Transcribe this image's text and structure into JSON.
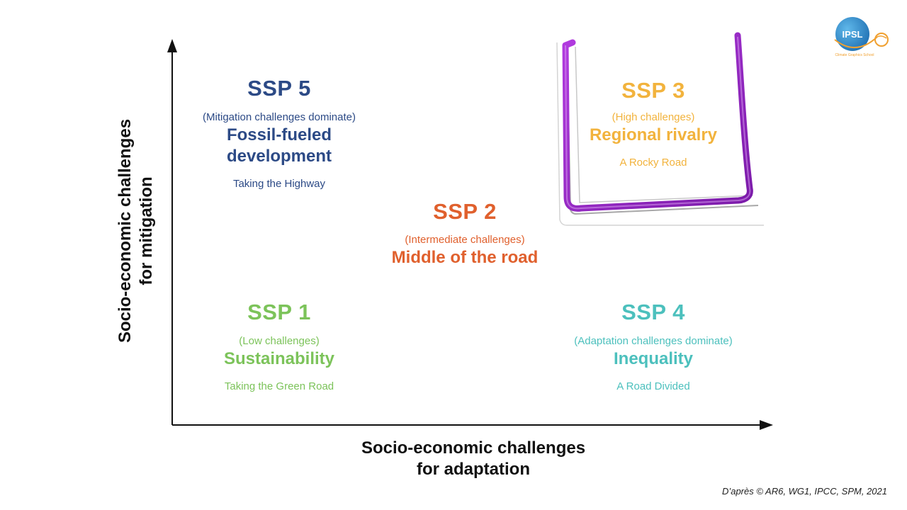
{
  "axes": {
    "y_label": [
      "Socio-economic challenges",
      "for mitigation"
    ],
    "x_label": [
      "Socio-economic challenges",
      "for adaptation"
    ]
  },
  "scenarios": {
    "ssp5": {
      "title": "SSP 5",
      "challenge": "(Mitigation challenges dominate)",
      "name": [
        "Fossil-fueled",
        "development"
      ],
      "motto": "Taking the Highway",
      "color": "#2c4a86"
    },
    "ssp3": {
      "title": "SSP 3",
      "challenge": "(High challenges)",
      "name": [
        "Regional rivalry"
      ],
      "motto": "A Rocky Road",
      "color": "#f2b33d"
    },
    "ssp2": {
      "title": "SSP 2",
      "challenge": "(Intermediate challenges)",
      "name": [
        "Middle of the road"
      ],
      "motto": "",
      "color": "#e0602d"
    },
    "ssp1": {
      "title": "SSP 1",
      "challenge": "(Low challenges)",
      "name": [
        "Sustainability"
      ],
      "motto": "Taking the Green Road",
      "color": "#7cc35a"
    },
    "ssp4": {
      "title": "SSP 4",
      "challenge": "(Adaptation challenges dominate)",
      "name": [
        "Inequality"
      ],
      "motto": "A Road Divided",
      "color": "#4cc0bd"
    }
  },
  "highlight": {
    "color": "#9b1fc0"
  },
  "logo": {
    "text": "IPSL",
    "subtitle": "Climate Graphics School",
    "icon": "globe-logo-icon"
  },
  "credit": "D’après © AR6, WG1, IPCC, SPM, 2021"
}
